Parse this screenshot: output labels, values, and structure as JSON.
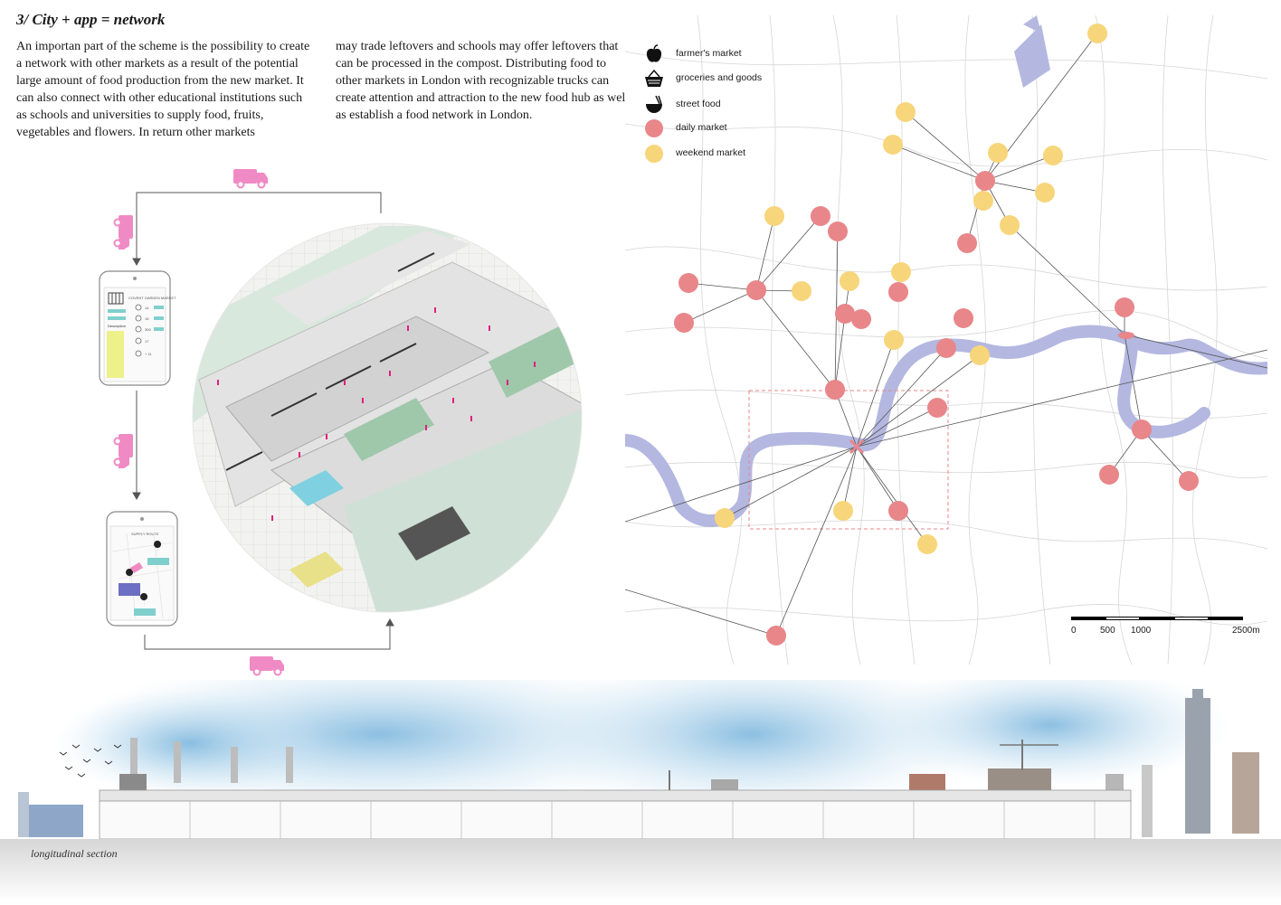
{
  "heading": "3/ City + app = network",
  "paragraph_col1": "An importan part of the scheme is the possibility to create a network with other markets as a result of the potential large amount of food production from the new market. It can also connect with other educational institutions such as schools and universities to supply food, fruits, vegetables and flowers. In return other markets",
  "paragraph_col2": "may trade leftovers and schools may offer leftovers that can be processed in the compost. Distributing food to other markets in London with recognizable trucks can create attention and attraction to the new food hub as well as establish a food network in London.",
  "phone1": {
    "title": "COVENT GARDEN MARKET",
    "subtitle": "Description",
    "rows": [
      "14",
      "15",
      "300",
      "17",
      "+ 11"
    ]
  },
  "phone2": {
    "title": "SUPPLY ROUTE"
  },
  "legend": [
    {
      "icon": "apple-icon",
      "label": "farmer's market"
    },
    {
      "icon": "basket-icon",
      "label": "groceries and goods"
    },
    {
      "icon": "street-food-icon",
      "label": "street food"
    },
    {
      "icon": "daily-market-dot",
      "label": "daily market"
    },
    {
      "icon": "weekend-market-dot",
      "label": "weekend market"
    }
  ],
  "colors": {
    "daily_market": "#e8868a",
    "weekend_market": "#f7d57a",
    "river": "#b4b8e0",
    "truck": "#f08ac4",
    "hub": "#e8868a"
  },
  "scale": {
    "labels": [
      "0",
      "500",
      "1000",
      "2500m"
    ]
  },
  "section_caption": "longitudinal section"
}
